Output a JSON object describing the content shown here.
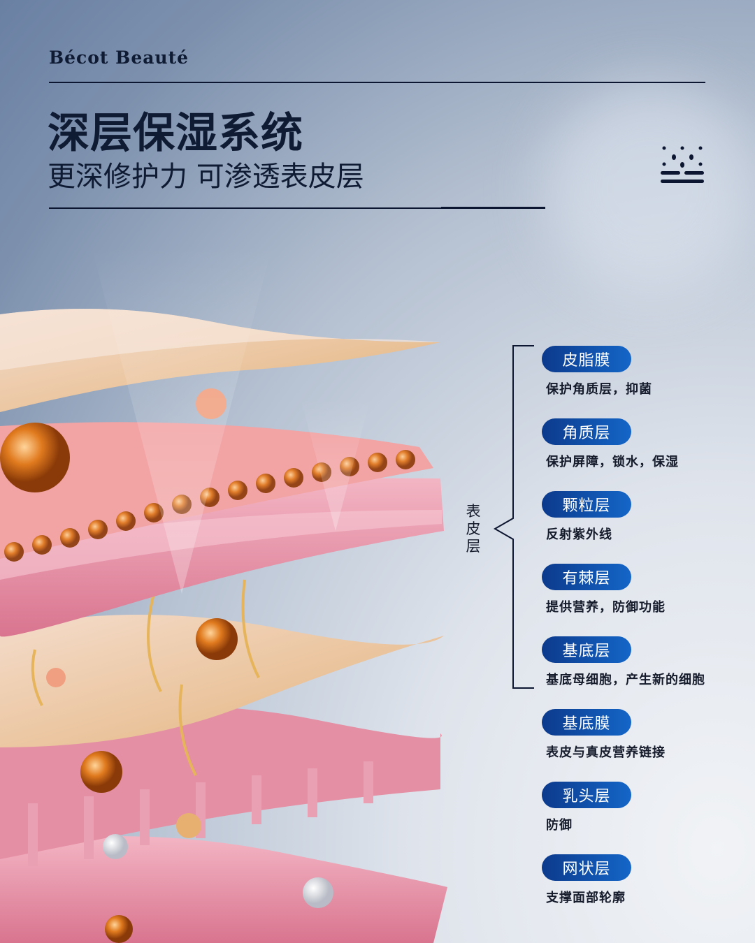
{
  "brand": "Bécot Beauté",
  "header": {
    "title": "深层保湿系统",
    "subtitle": "更深修护力 可渗透表皮层",
    "icon": "moisture-drops-icon"
  },
  "group_label": "表皮层",
  "layers": [
    {
      "name": "皮脂膜",
      "desc": "保护角质层，抑菌"
    },
    {
      "name": "角质层",
      "desc": "保护屏障，锁水，保湿"
    },
    {
      "name": "颗粒层",
      "desc": "反射紫外线"
    },
    {
      "name": "有棘层",
      "desc": "提供营养，防御功能"
    },
    {
      "name": "基底层",
      "desc": "基底母细胞，产生新的细胞"
    },
    {
      "name": "基底膜",
      "desc": "表皮与真皮营养链接"
    },
    {
      "name": "乳头层",
      "desc": "防御"
    },
    {
      "name": "网状层",
      "desc": "支撑面部轮廓"
    }
  ],
  "colors": {
    "pill_start": "#0c3a8c",
    "pill_end": "#1466c8",
    "text_dark": "#0f1a33"
  }
}
